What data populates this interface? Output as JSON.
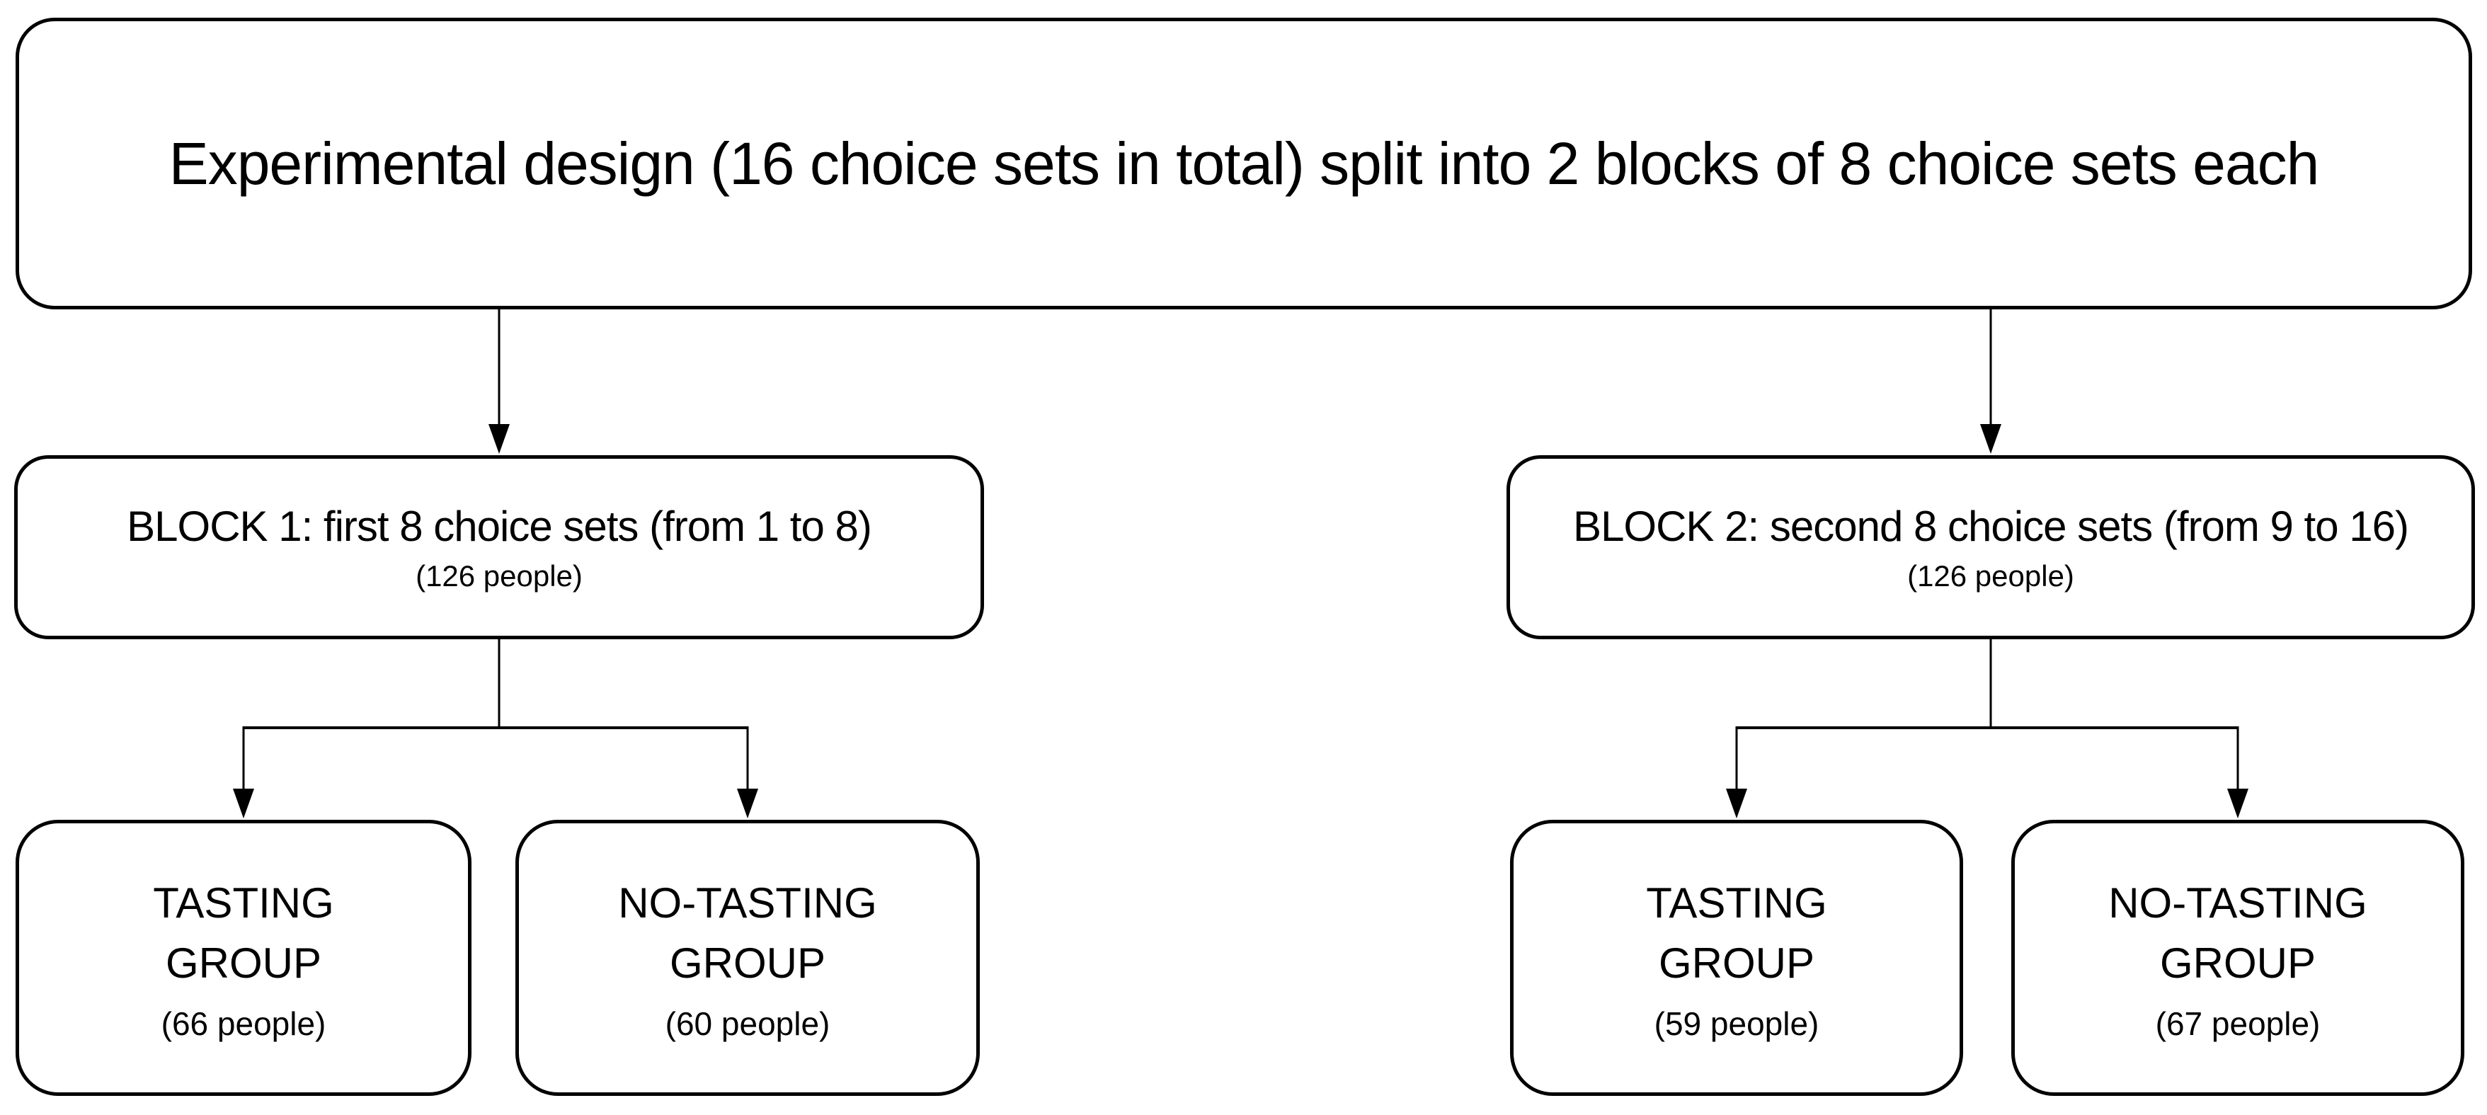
{
  "root": {
    "title": "Experimental design (16 choice sets in total) split into 2 blocks of 8 choice sets each"
  },
  "blocks": [
    {
      "title": "BLOCK 1: first 8 choice sets (from 1 to 8)",
      "subtitle": "(126 people)",
      "groups": [
        {
          "line1": "TASTING",
          "line2": "GROUP",
          "subtitle": "(66 people)"
        },
        {
          "line1": "NO-TASTING",
          "line2": "GROUP",
          "subtitle": "(60 people)"
        }
      ]
    },
    {
      "title": "BLOCK 2: second 8 choice sets (from 9 to 16)",
      "subtitle": "(126 people)",
      "groups": [
        {
          "line1": "TASTING",
          "line2": "GROUP",
          "subtitle": "(59 people)"
        },
        {
          "line1": "NO-TASTING",
          "line2": "GROUP",
          "subtitle": "(67 people)"
        }
      ]
    }
  ],
  "colors": {
    "stroke": "#000000",
    "text": "#000000",
    "background": "#ffffff"
  }
}
